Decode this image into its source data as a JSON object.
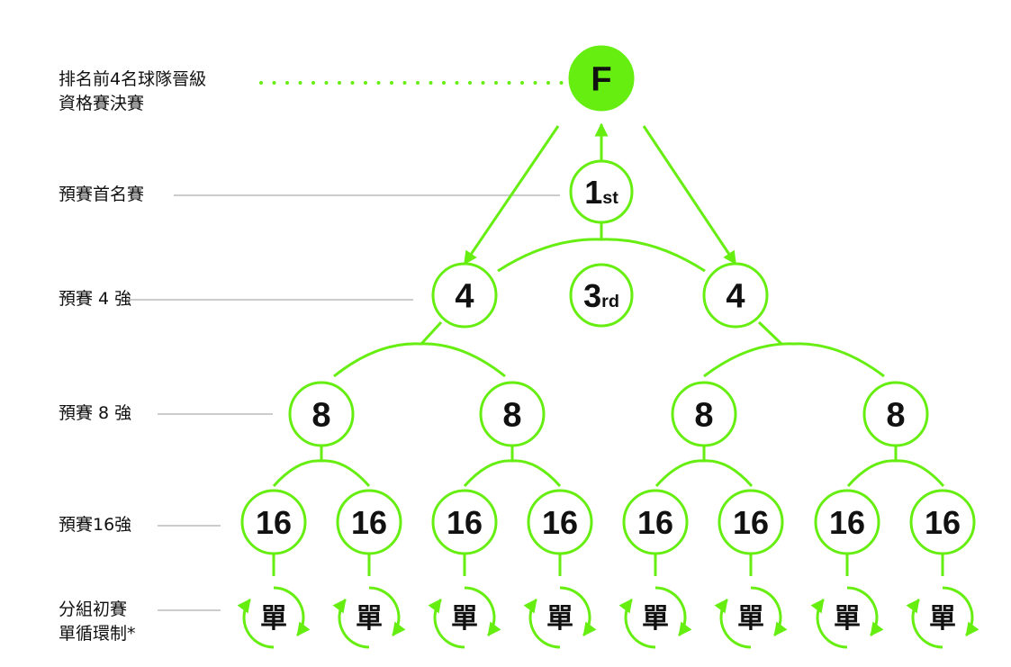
{
  "colors": {
    "accent": "#66ee11",
    "text": "#111111",
    "guide": "#bbbbbb"
  },
  "labels": {
    "final_line1": "排名前4名球隊晉級",
    "final_line2": "資格賽決賽",
    "first": "預賽首名賽",
    "top4": "預賽 4 強",
    "top8": "預賽 8 強",
    "top16": "預賽16強",
    "group_line1": "分組初賽",
    "group_line2": "單循環制*"
  },
  "nodes": {
    "final": "F",
    "first": {
      "main": "1",
      "suffix": "st"
    },
    "third": {
      "main": "3",
      "suffix": "rd"
    },
    "top4": [
      "4",
      "4"
    ],
    "top8": [
      "8",
      "8",
      "8",
      "8"
    ],
    "top16": [
      "16",
      "16",
      "16",
      "16",
      "16",
      "16",
      "16",
      "16"
    ],
    "group": [
      "單",
      "單",
      "單",
      "單",
      "單",
      "單",
      "單",
      "單"
    ]
  }
}
